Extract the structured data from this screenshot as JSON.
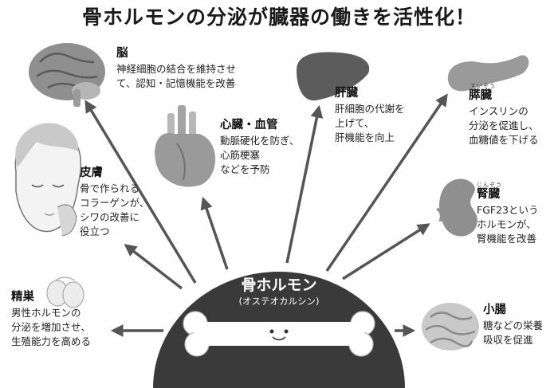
{
  "title": "骨ホルモンの分泌が臓器の働きを活性化！",
  "center": {
    "title": "骨ホルモン",
    "subtitle": "(オステオカルシン)"
  },
  "organs": {
    "brain": {
      "name": "脳",
      "desc": "神経細胞の結合を維持させ\nて、認知・記憶機能を改善"
    },
    "heart": {
      "name": "心臓・血管",
      "desc": "動脈硬化を防ぎ、\n心筋梗塞\nなどを予防"
    },
    "liver": {
      "name": "肝臓",
      "desc": "肝細胞の代謝を\n上げて、\n肝機能を向上"
    },
    "pancreas": {
      "name": "膵臓",
      "reading": "すいぞう",
      "desc": "インスリンの\n分泌を促進し、\n血糖値を下げる"
    },
    "skin": {
      "name": "皮膚",
      "desc": "骨で作られる\nコラーゲンが、\nシワの改善に\n役立つ"
    },
    "kidney": {
      "name": "腎臓",
      "reading": "じんぞう",
      "desc": "FGF23という\nホルモンが、\n腎機能を改善"
    },
    "testes": {
      "name": "精巣",
      "desc": "男性ホルモンの\n分泌を増加させ、\n生殖能力を高める"
    },
    "intestine": {
      "name": "小腸",
      "desc": "糖などの栄養\n吸収を促進"
    }
  },
  "colors": {
    "dome": "#3a3a3a",
    "arrow": "#555555",
    "organ": "#8f8f8f",
    "organ_light": "#c9c9c9"
  }
}
